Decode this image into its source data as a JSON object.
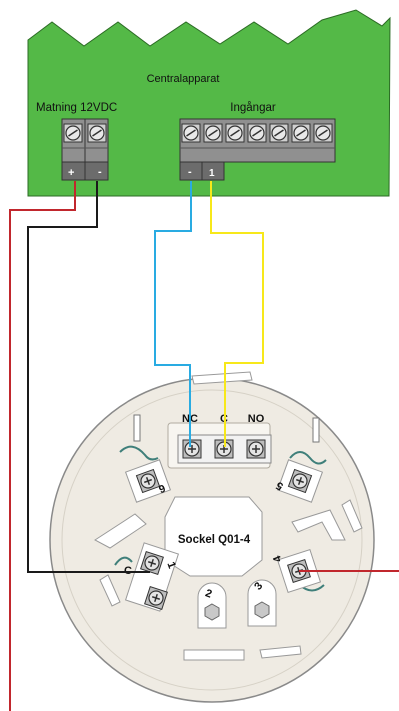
{
  "panel": {
    "title": "Centralapparat",
    "power_label": "Matning 12VDC",
    "inputs_label": "Ingångar",
    "plus_label": "+",
    "minus_label": "-",
    "input_minus_label": "-",
    "input_one_label": "1",
    "power_terminal_count": 2,
    "input_terminal_count": 7
  },
  "socket": {
    "title": "Sockel Q01-4",
    "terminal_nc": "NC",
    "terminal_c": "C",
    "terminal_no": "NO",
    "terminal_c_left": "C",
    "pos_6": "6",
    "pos_5": "5",
    "pos_4": "4",
    "pos_3": "3",
    "pos_2": "2",
    "pos_1": "1"
  },
  "colors": {
    "panel_green": "#54b947",
    "wire_red": "#c1272d",
    "wire_black": "#1a1a1a",
    "wire_blue": "#29abe2",
    "wire_yellow": "#f7e81a",
    "socket_fill": "#efebe3"
  }
}
